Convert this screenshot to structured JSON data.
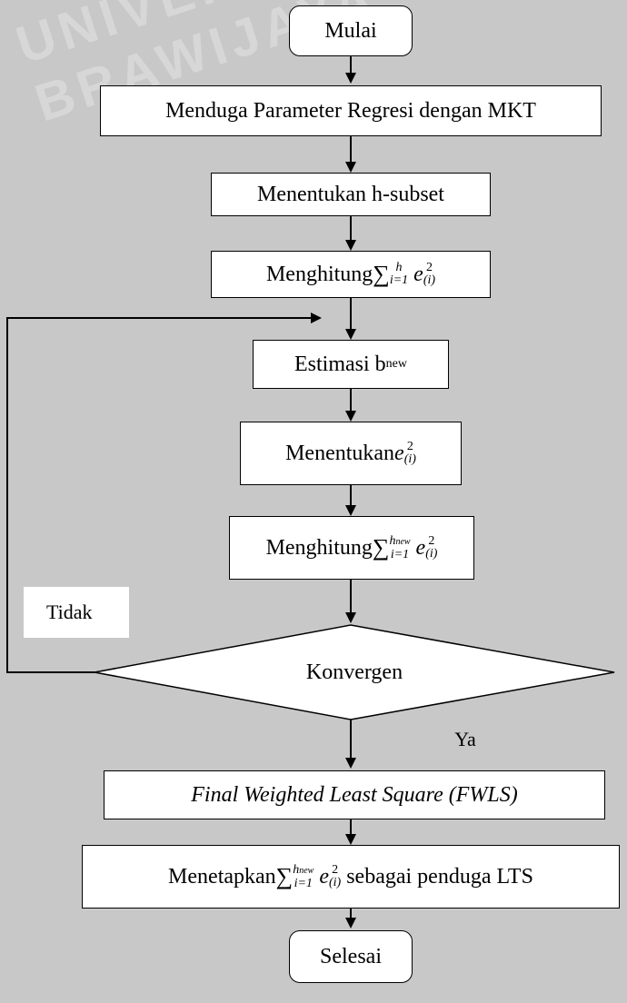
{
  "diagram": {
    "background": "#c8c8c8",
    "box_fill": "#ffffff",
    "stroke": "#000000",
    "nodes": {
      "start": "Mulai",
      "estimate_ols": "Menduga Parameter Regresi dengan MKT",
      "h_subset": "Menentukan h-subset",
      "sum_h_prefix": "Menghitung ",
      "sum_h_upper": "h",
      "sum_h_lower": "i=1",
      "sum_h_term": "e",
      "sum_h_sup": "2",
      "sum_h_sub": "(i)",
      "estimate_bnew_prefix": "Estimasi b",
      "estimate_bnew_sub": "new",
      "determine_e_prefix": "Menentukan ",
      "determine_e_term": "e",
      "determine_e_sup": "2",
      "determine_e_sub": "(i)",
      "sum_hnew_prefix": "Menghitung ",
      "sum_hnew_upper": "h",
      "sum_hnew_upper_sub": "new",
      "sum_hnew_lower": "i=1",
      "sum_hnew_term": "e",
      "sum_hnew_sup": "2",
      "sum_hnew_sub": "(i)",
      "decision": "Konvergen",
      "fwls": "Final Weighted Least Square (FWLS)",
      "lts_prefix": "Menetapkan ",
      "lts_upper": "h",
      "lts_upper_sub": "new",
      "lts_lower": "i=1",
      "lts_term": "e",
      "lts_sup": "2",
      "lts_sub": "(i)",
      "lts_suffix": " sebagai penduga LTS",
      "end": "Selesai"
    },
    "edge_labels": {
      "no": "Tidak",
      "yes": "Ya"
    },
    "watermark_text": "UNIVERSITAS BRAWIJAYA"
  }
}
